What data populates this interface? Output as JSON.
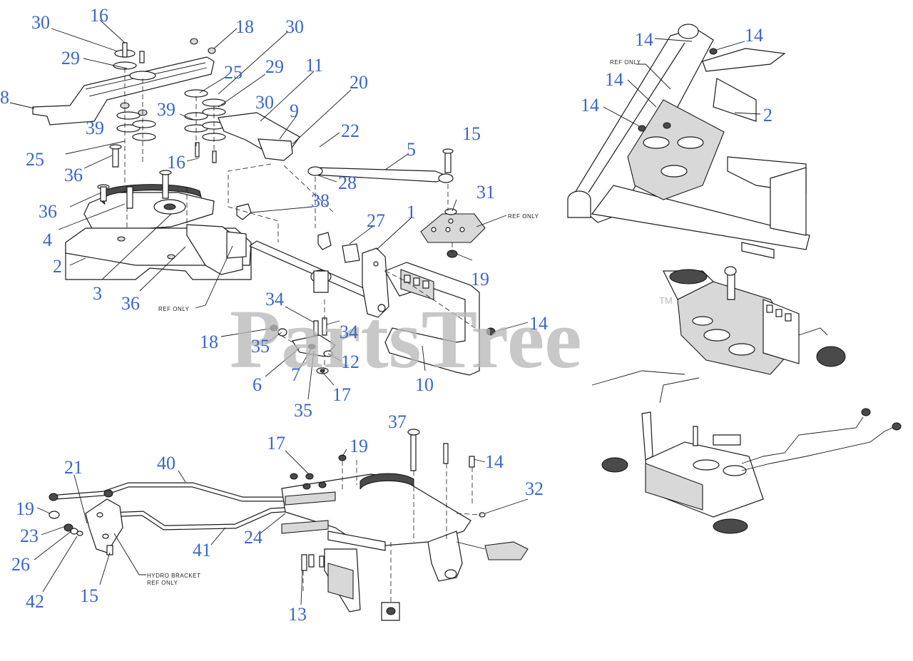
{
  "watermark": {
    "text": "PartsTree",
    "tm": "TM"
  },
  "notes": [
    "REF ONLY",
    "REF ONLY",
    "REF ONLY",
    "HYDRO BRACKET",
    "REF ONLY"
  ],
  "callouts": [
    "30",
    "16",
    "18",
    "30",
    "29",
    "25",
    "29",
    "11",
    "20",
    "8",
    "39",
    "9",
    "30",
    "39",
    "22",
    "15",
    "25",
    "5",
    "16",
    "36",
    "28",
    "31",
    "36",
    "4",
    "38",
    "27",
    "1",
    "2",
    "19",
    "3",
    "36",
    "34",
    "14",
    "18",
    "34",
    "35",
    "12",
    "6",
    "7",
    "17",
    "35",
    "10",
    "14",
    "14",
    "14",
    "14",
    "2",
    "37",
    "17",
    "19",
    "14",
    "21",
    "40",
    "32",
    "19",
    "23",
    "24",
    "26",
    "41",
    "42",
    "15",
    "13"
  ]
}
